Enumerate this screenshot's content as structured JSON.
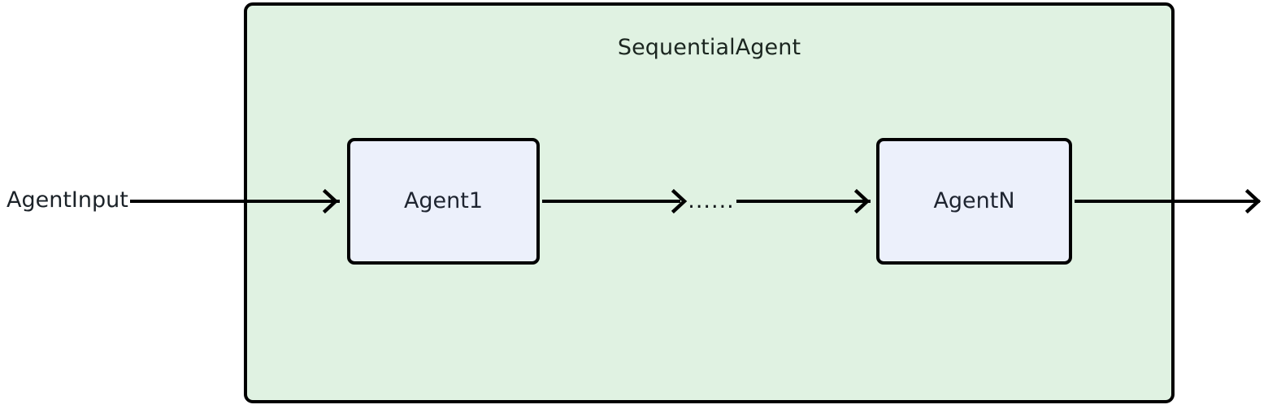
{
  "diagram": {
    "title": "SequentialAgent",
    "background_color": "#FFFFFF",
    "group": {
      "label": "SequentialAgent",
      "fill_color": "#E0F2E2",
      "border_color": "#000000"
    },
    "nodes": [
      {
        "id": "agent1",
        "label": "Agent1",
        "fill_color": "#ECF0FB",
        "border_color": "#000000"
      },
      {
        "id": "agentn",
        "label": "AgentN",
        "fill_color": "#ECF0FB",
        "border_color": "#000000"
      }
    ],
    "ellipsis": "......",
    "io": {
      "input_label": "AgentInput",
      "output_label": ""
    },
    "edges": [
      {
        "id": "input-to-agent1",
        "from": "AgentInput",
        "to": "Agent1",
        "label": ""
      },
      {
        "id": "agent1-to-ellipsis",
        "from": "Agent1",
        "to": "......",
        "label": ""
      },
      {
        "id": "ellipsis-to-agentn",
        "from": "......",
        "to": "AgentN",
        "label": ""
      },
      {
        "id": "agentn-to-output",
        "from": "AgentN",
        "to": "",
        "label": ""
      }
    ]
  }
}
